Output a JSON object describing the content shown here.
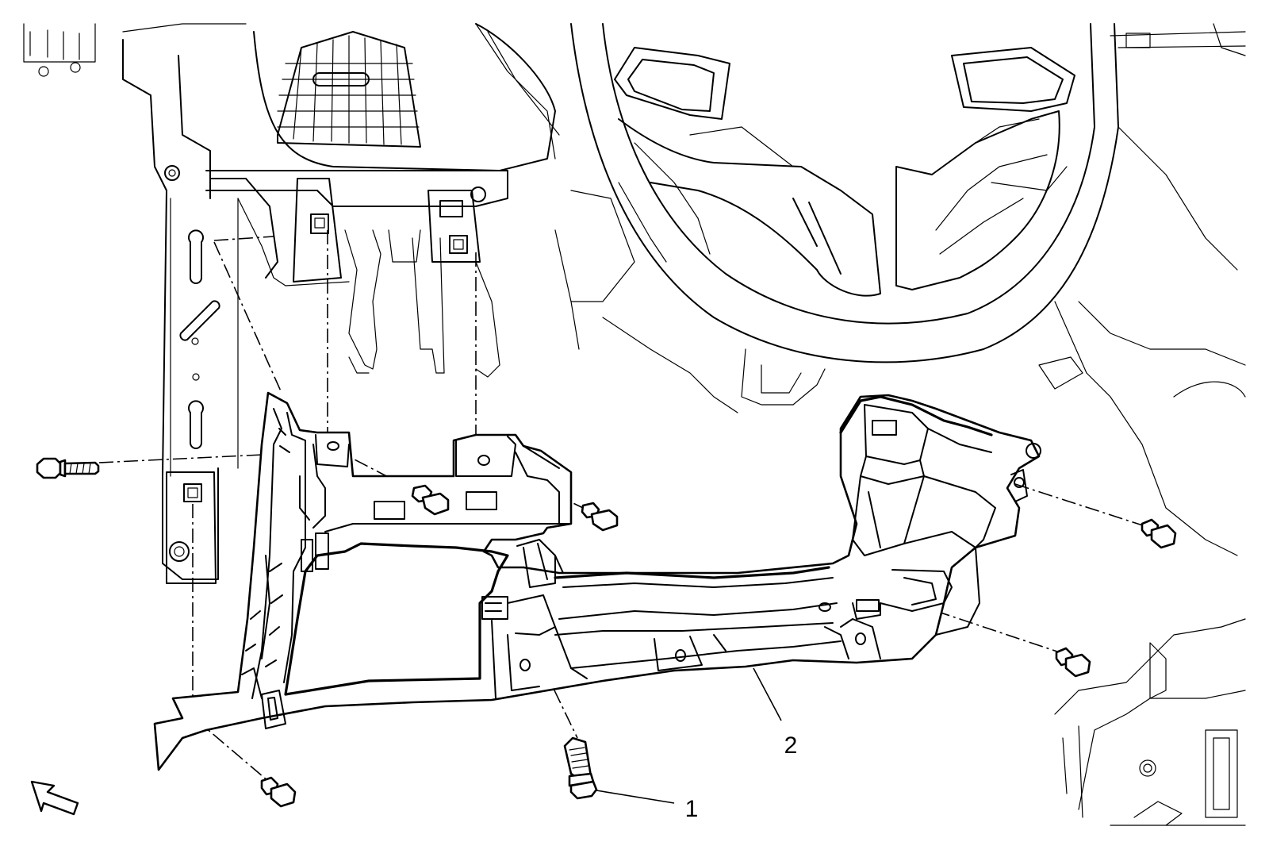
{
  "callouts": [
    {
      "id": "1",
      "label": "1"
    },
    {
      "id": "2",
      "label": "2"
    }
  ],
  "components": [
    {
      "name": "bolt",
      "callout": "1"
    },
    {
      "name": "instrument-panel-lower-bracket",
      "callout": "2"
    }
  ],
  "view_arrow": {
    "direction": "forward"
  },
  "colors": {
    "line": "#000000",
    "background": "#ffffff"
  }
}
